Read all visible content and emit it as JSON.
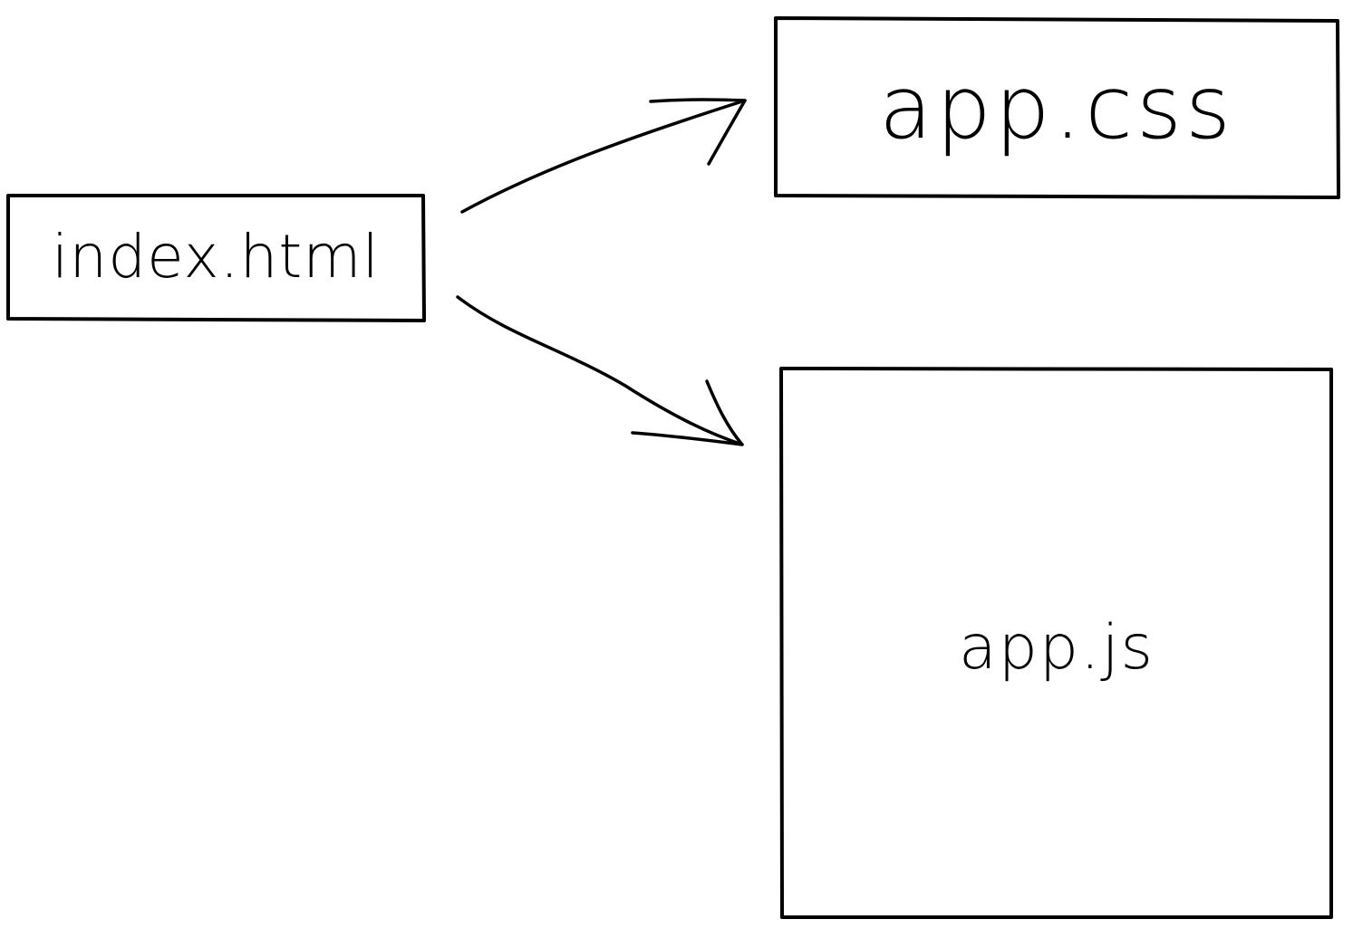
{
  "nodes": {
    "index": {
      "label": "index.html"
    },
    "css": {
      "label": "app.css"
    },
    "js": {
      "label": "app.js"
    }
  },
  "edges": [
    {
      "from": "index.html",
      "to": "app.css"
    },
    {
      "from": "index.html",
      "to": "app.js"
    }
  ],
  "colors": {
    "stroke": "#000000",
    "background": "#ffffff"
  }
}
